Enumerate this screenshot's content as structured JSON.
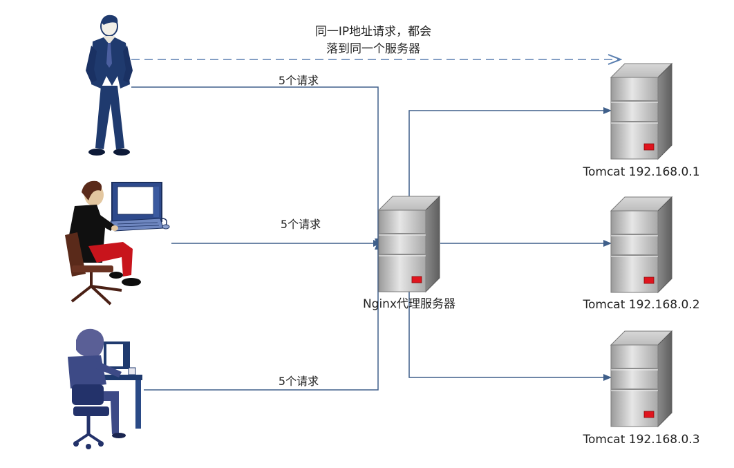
{
  "note": {
    "line1": "同一IP地址请求，都会",
    "line2": "落到同一个服务器"
  },
  "edges": {
    "client1": "5个请求",
    "client2": "5个请求",
    "client3": "5个请求"
  },
  "proxy": {
    "label": "Nginx代理服务器"
  },
  "servers": [
    {
      "label": "Tomcat 192.168.0.1"
    },
    {
      "label": "Tomcat 192.168.0.2"
    },
    {
      "label": "Tomcat 192.168.0.3"
    }
  ],
  "colors": {
    "line": "#3f5f8a",
    "dashed": "#5a7fb0",
    "figure": "#1f3a6e",
    "server_body": "#b9b9b9",
    "server_led": "#e0141e"
  }
}
